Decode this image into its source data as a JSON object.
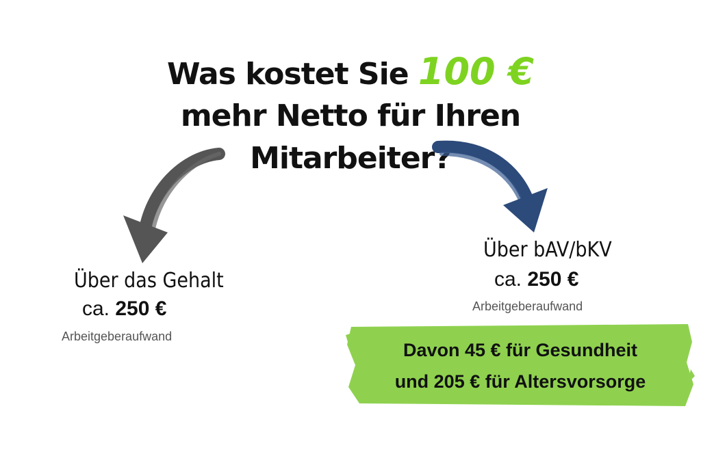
{
  "headline": {
    "line1_prefix": "Was kostet Sie",
    "line1_accent": "100 €",
    "line2": "mehr Netto für Ihren",
    "line3": "Mitarbeiter?"
  },
  "left": {
    "title": "Über das Gehalt",
    "cost_prefix": "ca.",
    "cost_value": "250 €",
    "subtitle": "Arbeitgeberaufwand"
  },
  "right": {
    "title": "Über bAV/bKV",
    "cost_prefix": "ca.",
    "cost_value": "250 €",
    "subtitle": "Arbeitgeberaufwand"
  },
  "highlight": {
    "line1": "Davon 45 € für Gesundheit",
    "line2": "und 205 € für Altersvorsorge"
  },
  "colors": {
    "accent_green": "#7ed321",
    "box_green": "#8fd14f",
    "left_arrow": "#555555",
    "right_arrow": "#2c4a7a"
  }
}
